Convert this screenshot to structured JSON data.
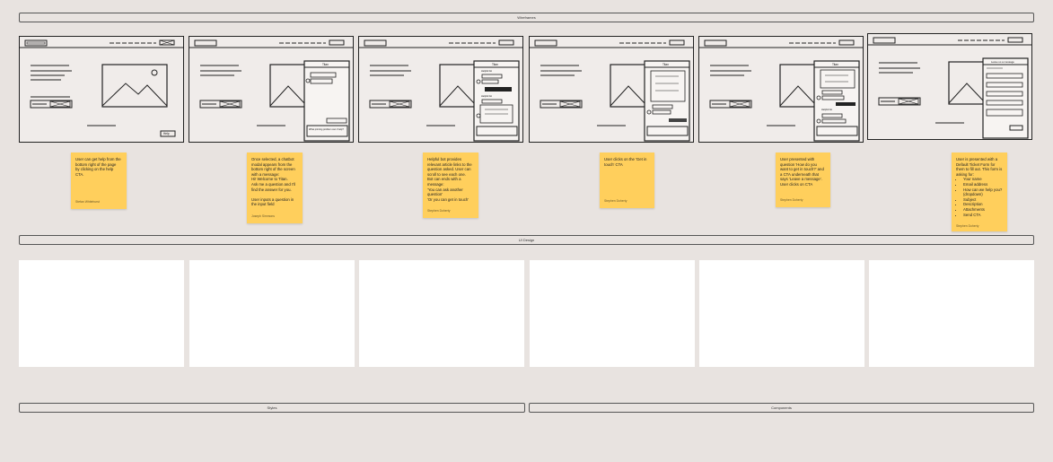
{
  "sections": {
    "wireframes": "Wireframes",
    "ui_design": "UI Design",
    "styles": "Styles",
    "components": "Components"
  },
  "frames": [
    {
      "help_button": "Help"
    },
    {
      "chat_title": "Titan",
      "input_placeholder": "What printing problem can I help?"
    },
    {
      "chat_title": "Titan",
      "reply_header_1": "Helpful list",
      "reply_header_2": "Helpful list"
    },
    {
      "chat_title": "Titan"
    },
    {
      "chat_title": "Titan",
      "reply_header": "Helpful list"
    },
    {
      "form_title": "Leave us a message"
    }
  ],
  "notes": [
    {
      "lines": [
        "User can get help from the",
        "bottom right of the page",
        "by clicking on the help",
        "CTA."
      ],
      "author": "Stefan Whitehurst"
    },
    {
      "lines": [
        "Once selected, a chatbot",
        "modal appears from the",
        "bottom right of the screen",
        "with a message:",
        "Hi! Welcome to Titan.",
        "Ask me a question and I'll",
        "find the answer for you.",
        "",
        "User inputs a question in",
        "the input field"
      ],
      "author": "Joseph Simmons"
    },
    {
      "lines": [
        "Helpful bot provides",
        "relevant article links to the",
        "question asked. User can",
        "scroll to see each one.",
        "Bot can ends with a",
        "message:",
        "'You can ask another",
        "question'",
        "'Or you can get in touch'"
      ],
      "author": "Stephen Doherty"
    },
    {
      "lines": [
        "User clicks on the 'Get in",
        "touch' CTA"
      ],
      "author": "Stephen Doherty"
    },
    {
      "lines": [
        "User presented with",
        "question 'How do you",
        "want to get in touch?' and",
        "a CTA underneath that",
        "says 'Leave a message'.",
        "User clicks on CTA"
      ],
      "author": "Stephen Doherty"
    },
    {
      "lines": [
        "User is presented with a",
        "Default Ticket Form for",
        "them to fill out. This form is",
        "asking for:"
      ],
      "bullets": [
        "Your name",
        "Email address",
        "How can we help you?",
        "(dropdown)",
        "Subject",
        "Description",
        "Attachments",
        "Send CTA"
      ],
      "author": "Stephen Doherty"
    }
  ]
}
